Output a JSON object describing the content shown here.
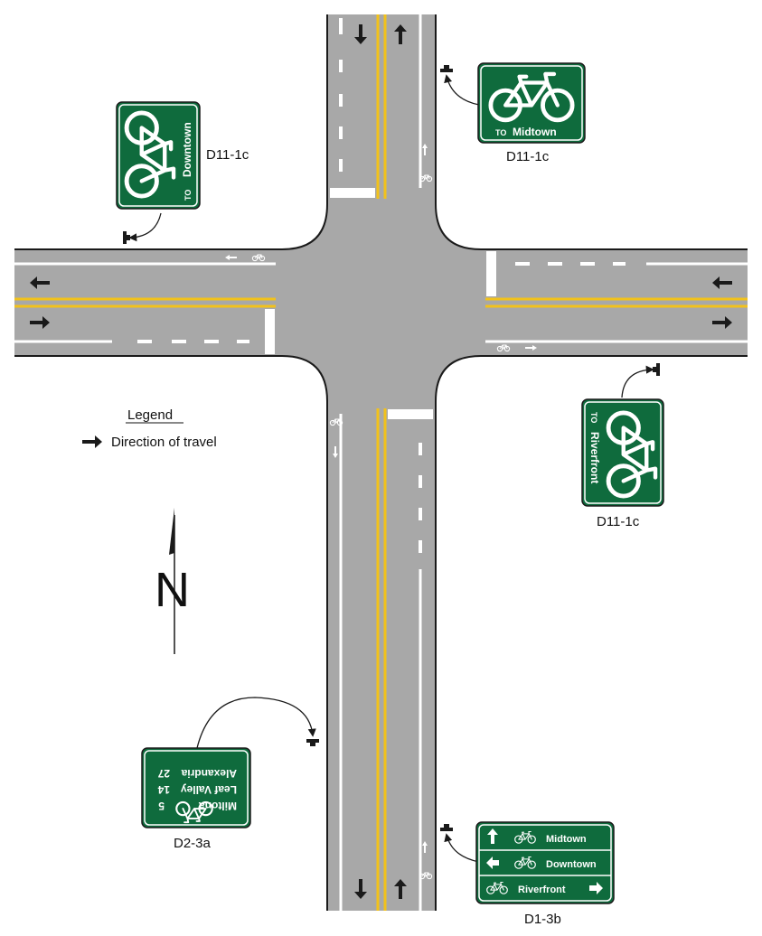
{
  "legend": {
    "title": "Legend",
    "item": "Direction of travel"
  },
  "compass": {
    "label": "N"
  },
  "signs": {
    "north": {
      "code": "D11-1c",
      "to": "TO",
      "destination": "Midtown"
    },
    "west": {
      "code": "D11-1c",
      "to": "TO",
      "destination": "Downtown"
    },
    "east": {
      "code": "D11-1c",
      "to": "TO",
      "destination": "Riverfront"
    },
    "south_distance": {
      "code": "D2-3a",
      "rows": [
        {
          "place": "Miltona",
          "miles": "5"
        },
        {
          "place": "Leaf Valley",
          "miles": "14"
        },
        {
          "place": "Alexandria",
          "miles": "27"
        }
      ]
    },
    "south_guide": {
      "code": "D1-3b",
      "rows": [
        {
          "destination": "Midtown",
          "arrow": "up-arrow"
        },
        {
          "destination": "Downtown",
          "arrow": "left-arrow"
        },
        {
          "destination": "Riverfront",
          "arrow": "right-arrow"
        }
      ]
    }
  },
  "colors": {
    "pavement": "#a8a8a8",
    "center_line": "#f2c21b",
    "sign_green": "#0f6b3d",
    "line_white": "#ffffff",
    "curb": "#1a1a1a"
  },
  "icons": {
    "bicycle": "bicycle-icon",
    "travel_arrow": "arrow-icon",
    "post": "sign-post-icon"
  }
}
